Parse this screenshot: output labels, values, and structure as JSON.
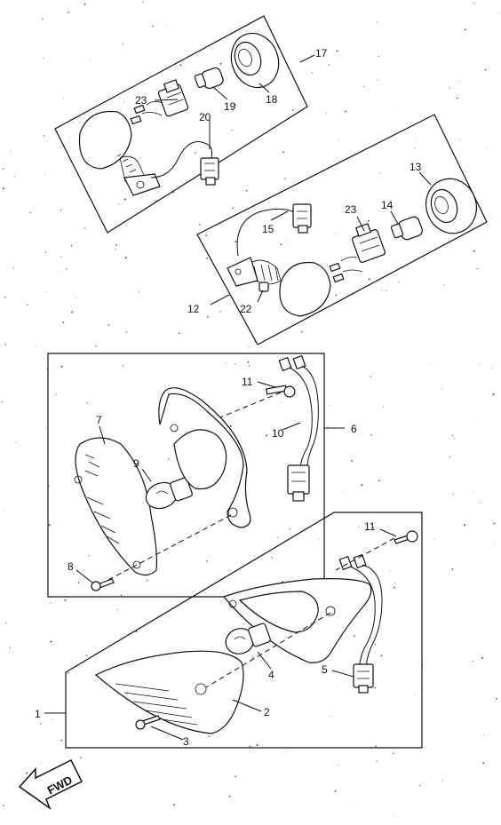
{
  "labels": {
    "n1": "1",
    "n2": "2",
    "n3": "3",
    "n4": "4",
    "n5": "5",
    "n6": "6",
    "n7": "7",
    "n8": "8",
    "n9": "9",
    "n10": "10",
    "n11a": "11",
    "n11b": "11",
    "n12": "12",
    "n13": "13",
    "n14": "14",
    "n15": "15",
    "n17": "17",
    "n18": "18",
    "n19": "19",
    "n20": "20",
    "n22": "22",
    "n23a": "23",
    "n23b": "23"
  },
  "badge": {
    "text": "FWD"
  }
}
